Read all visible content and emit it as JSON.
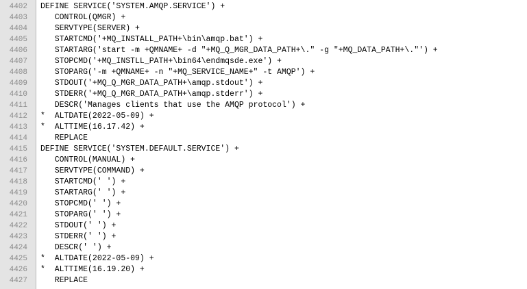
{
  "editor": {
    "lines": [
      {
        "num": "4402",
        "text": "DEFINE SERVICE('SYSTEM.AMQP.SERVICE') +"
      },
      {
        "num": "4403",
        "text": "   CONTROL(QMGR) +"
      },
      {
        "num": "4404",
        "text": "   SERVTYPE(SERVER) +"
      },
      {
        "num": "4405",
        "text": "   STARTCMD('+MQ_INSTALL_PATH+\\bin\\amqp.bat') +"
      },
      {
        "num": "4406",
        "text": "   STARTARG('start -m +QMNAME+ -d \"+MQ_Q_MGR_DATA_PATH+\\.\" -g \"+MQ_DATA_PATH+\\.\"') +"
      },
      {
        "num": "4407",
        "text": "   STOPCMD('+MQ_INSTLL_PATH+\\bin64\\endmqsde.exe') +"
      },
      {
        "num": "4408",
        "text": "   STOPARG('-m +QMNAME+ -n \"+MQ_SERVICE_NAME+\" -t AMQP') +"
      },
      {
        "num": "4409",
        "text": "   STDOUT('+MQ_Q_MGR_DATA_PATH+\\amqp.stdout') +"
      },
      {
        "num": "4410",
        "text": "   STDERR('+MQ_Q_MGR_DATA_PATH+\\amqp.stderr') +"
      },
      {
        "num": "4411",
        "text": "   DESCR('Manages clients that use the AMQP protocol') +"
      },
      {
        "num": "4412",
        "text": "*  ALTDATE(2022-05-09) +"
      },
      {
        "num": "4413",
        "text": "*  ALTTIME(16.17.42) +"
      },
      {
        "num": "4414",
        "text": "   REPLACE"
      },
      {
        "num": "4415",
        "text": "DEFINE SERVICE('SYSTEM.DEFAULT.SERVICE') +"
      },
      {
        "num": "4416",
        "text": "   CONTROL(MANUAL) +"
      },
      {
        "num": "4417",
        "text": "   SERVTYPE(COMMAND) +"
      },
      {
        "num": "4418",
        "text": "   STARTCMD(' ') +"
      },
      {
        "num": "4419",
        "text": "   STARTARG(' ') +"
      },
      {
        "num": "4420",
        "text": "   STOPCMD(' ') +"
      },
      {
        "num": "4421",
        "text": "   STOPARG(' ') +"
      },
      {
        "num": "4422",
        "text": "   STDOUT(' ') +"
      },
      {
        "num": "4423",
        "text": "   STDERR(' ') +"
      },
      {
        "num": "4424",
        "text": "   DESCR(' ') +"
      },
      {
        "num": "4425",
        "text": "*  ALTDATE(2022-05-09) +"
      },
      {
        "num": "4426",
        "text": "*  ALTTIME(16.19.20) +"
      },
      {
        "num": "4427",
        "text": "   REPLACE"
      }
    ]
  }
}
